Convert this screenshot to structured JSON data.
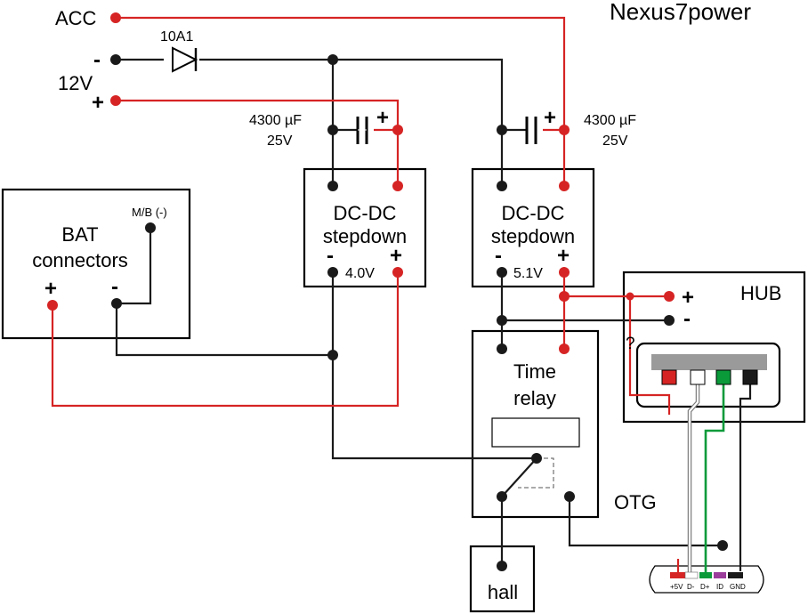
{
  "title": "Nexus7power",
  "inputs": {
    "acc": "ACC",
    "v12": "12V",
    "minus": "-",
    "plus": "+"
  },
  "diode": {
    "label": "10A1"
  },
  "capacitors": [
    {
      "value": "4300 µF",
      "voltage": "25V",
      "plus": "+"
    },
    {
      "value": "4300 µF",
      "voltage": "25V",
      "plus": "+"
    }
  ],
  "converters": [
    {
      "line1": "DC-DC",
      "line2": "stepdown",
      "minus": "-",
      "plus": "+",
      "output": "4.0V"
    },
    {
      "line1": "DC-DC",
      "line2": "stepdown",
      "minus": "-",
      "plus": "+",
      "output": "5.1V"
    }
  ],
  "battery": {
    "line1": "BAT",
    "line2": "connectors",
    "mb": "M/B (-)",
    "plus": "+",
    "minus": "-"
  },
  "relay": {
    "line1": "Time",
    "line2": "relay"
  },
  "hub": {
    "label": "HUB",
    "plus": "+",
    "minus": "-",
    "unknown": "?"
  },
  "otg": {
    "label": "OTG",
    "pins": [
      "+5V",
      "D-",
      "D+",
      "ID",
      "GND"
    ]
  },
  "hall": {
    "label": "hall"
  },
  "colors": {
    "positive_wire": "#d62424",
    "negative_wire": "#1a1a1a",
    "data_plus_wire": "#0a9a3a",
    "hub_port_bar": "#9a9a9a",
    "id_pin": "#9b3d9b"
  }
}
